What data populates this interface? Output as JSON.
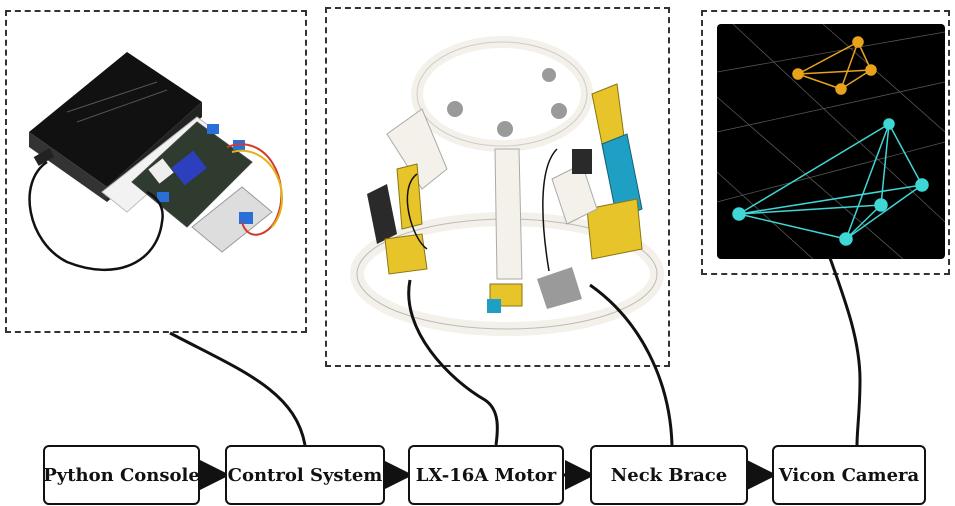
{
  "diagram": {
    "blocks": [
      {
        "id": "b1",
        "label": "Python Console"
      },
      {
        "id": "b2",
        "label": "Control System"
      },
      {
        "id": "b3",
        "label": "LX-16A Motor"
      },
      {
        "id": "b4",
        "label": "Neck Brace"
      },
      {
        "id": "b5",
        "label": "Vicon Camera"
      }
    ],
    "flow": [
      "Python Console",
      "Control System",
      "LX-16A Motor",
      "Neck Brace",
      "Vicon Camera"
    ],
    "panels": [
      {
        "name": "control-hardware-photo",
        "links_to": "Control System"
      },
      {
        "name": "neck-brace-photo",
        "links_to": "LX-16A Motor"
      },
      {
        "name": "vicon-markers-view",
        "links_to": "Vicon Camera"
      }
    ],
    "colors": {
      "line": "#111111",
      "marker_orange": "#e8a21c",
      "marker_cyan": "#3fd6d6",
      "brace_white": "#f4f1ea",
      "brace_yellow": "#e7c52a",
      "brace_blue": "#1e9fc4",
      "vicon_bg": "#000000"
    }
  }
}
